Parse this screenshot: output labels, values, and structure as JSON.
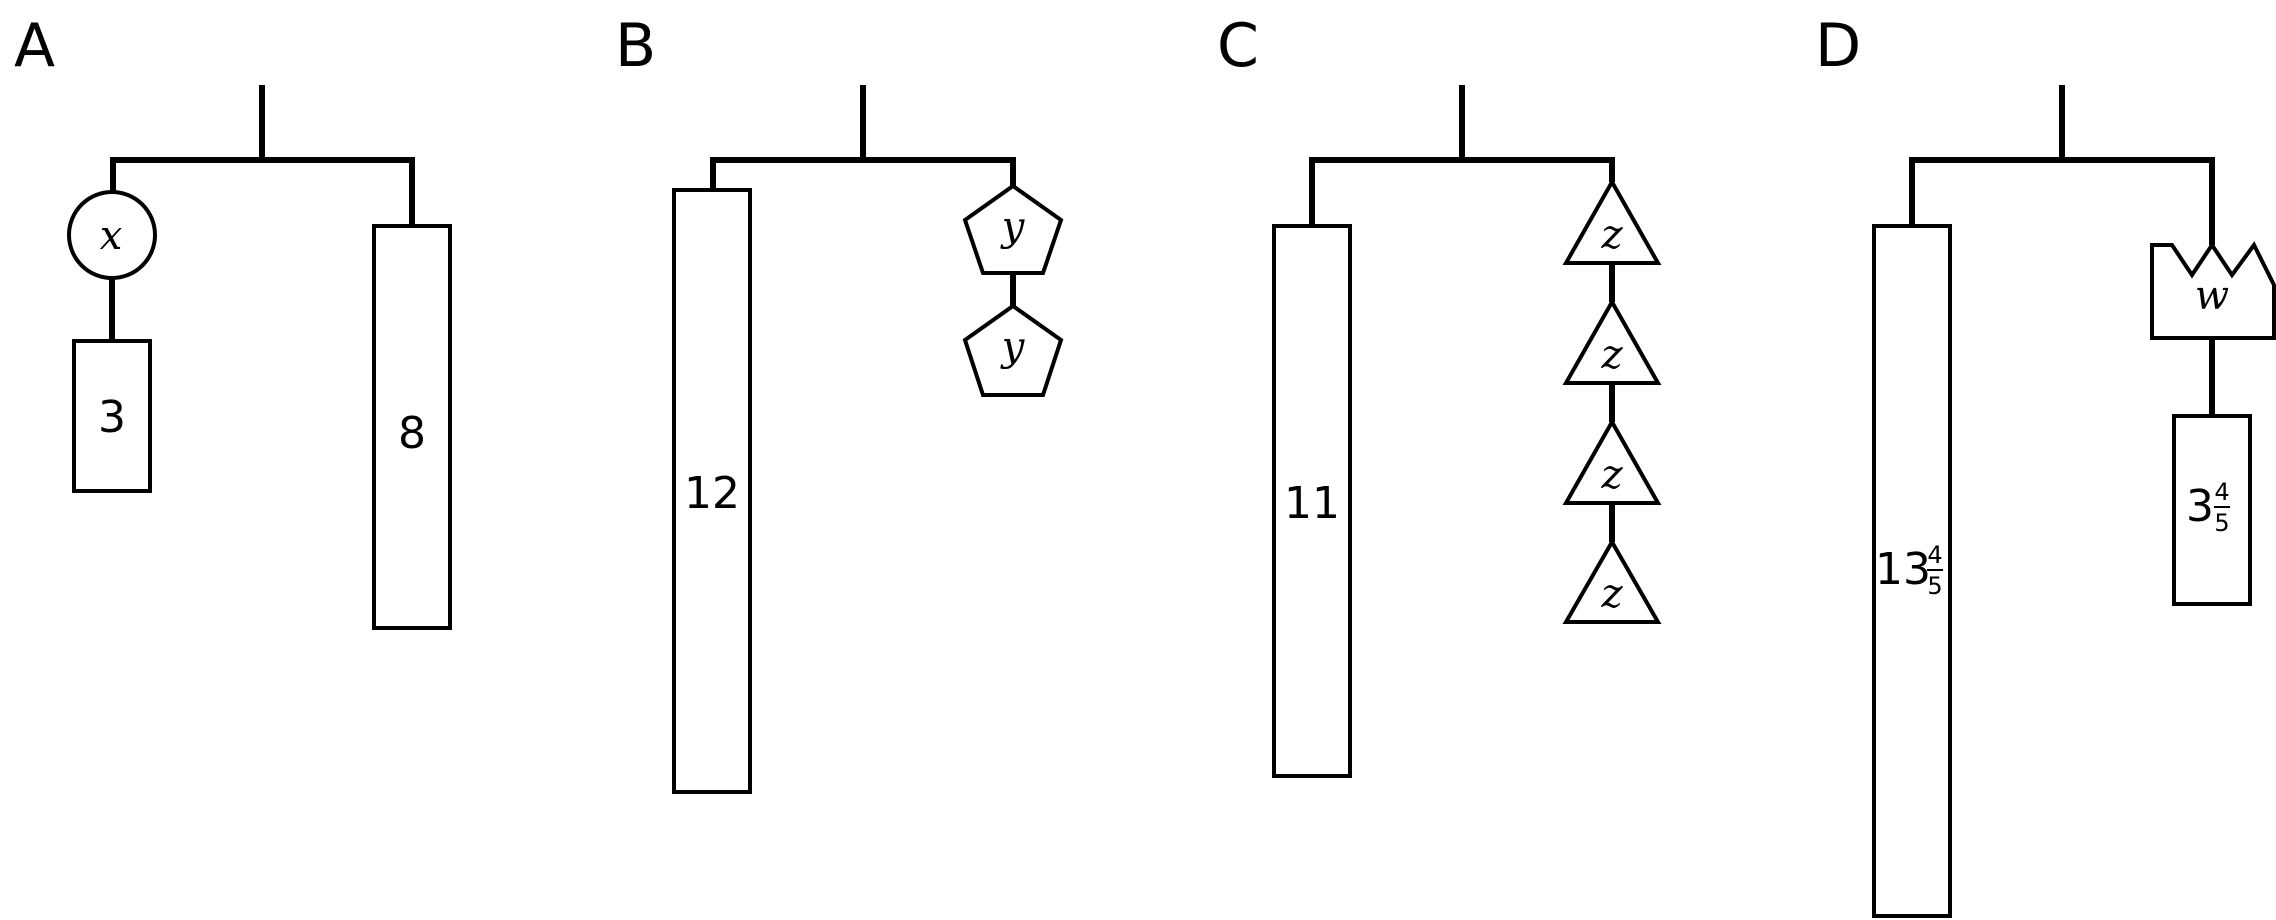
{
  "diagrams": [
    {
      "label": "A",
      "left": [
        {
          "kind": "circle",
          "text": "x"
        },
        {
          "kind": "rect",
          "text": "3"
        }
      ],
      "right": [
        {
          "kind": "rect",
          "text": "8"
        }
      ]
    },
    {
      "label": "B",
      "left": [
        {
          "kind": "rect",
          "text": "12"
        }
      ],
      "right": [
        {
          "kind": "pentagon",
          "text": "y"
        },
        {
          "kind": "pentagon",
          "text": "y"
        }
      ]
    },
    {
      "label": "C",
      "left": [
        {
          "kind": "rect",
          "text": "11"
        }
      ],
      "right": [
        {
          "kind": "triangle",
          "text": "z"
        },
        {
          "kind": "triangle",
          "text": "z"
        },
        {
          "kind": "triangle",
          "text": "z"
        },
        {
          "kind": "triangle",
          "text": "z"
        }
      ]
    },
    {
      "label": "D",
      "left": [
        {
          "kind": "rect",
          "whole": "13",
          "numerator": "4",
          "denominator": "5"
        }
      ],
      "right": [
        {
          "kind": "crown",
          "text": "w"
        },
        {
          "kind": "rect",
          "whole": "3",
          "numerator": "4",
          "denominator": "5"
        }
      ]
    }
  ]
}
